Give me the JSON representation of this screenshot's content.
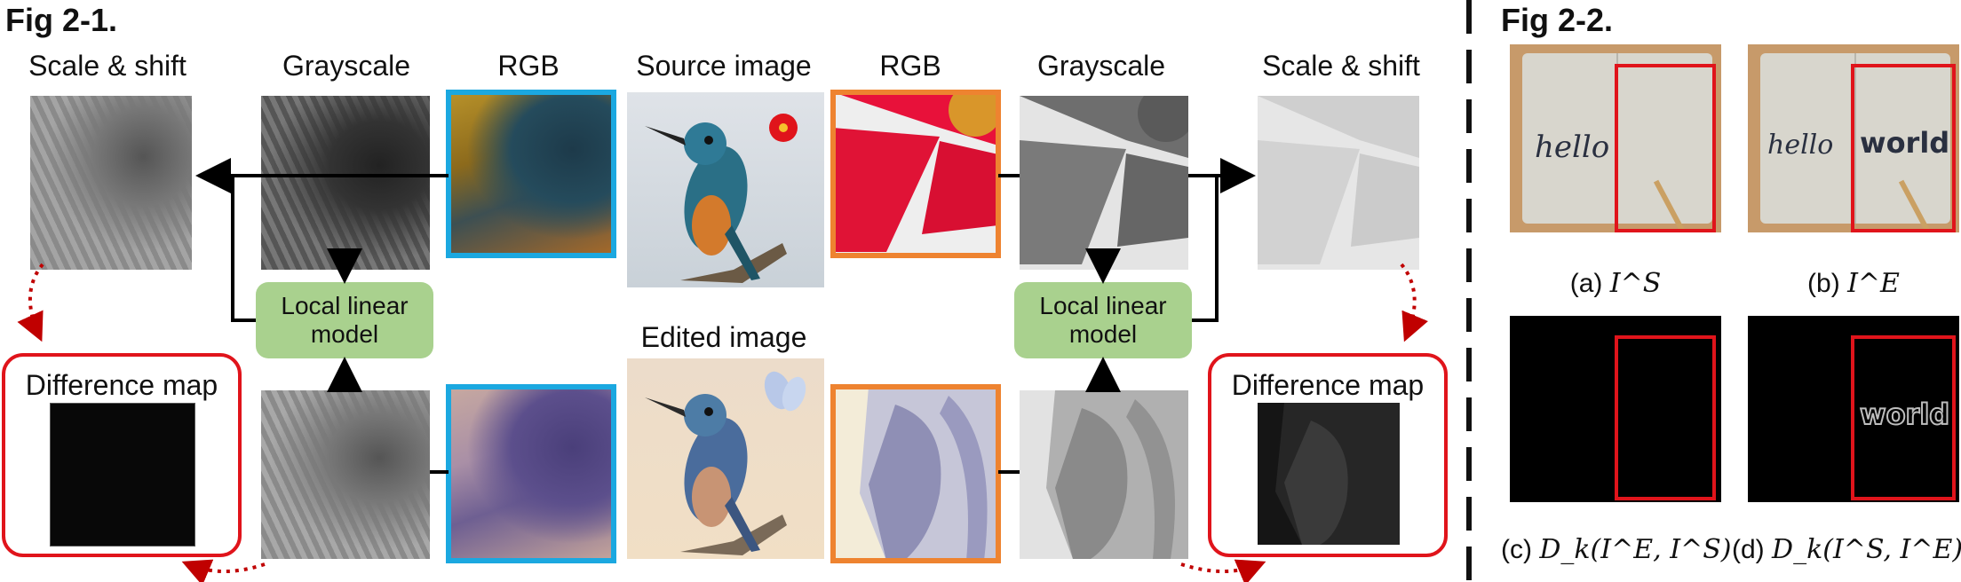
{
  "fig1": {
    "title": "Fig 2-1.",
    "top_labels": [
      "Scale & shift",
      "Grayscale",
      "RGB",
      "Source image",
      "RGB",
      "Grayscale",
      "Scale & shift"
    ],
    "edited_label": "Edited image",
    "model_left": "Local linear model",
    "model_right": "Local linear model",
    "diff_left": "Difference map",
    "diff_right": "Difference map"
  },
  "fig2": {
    "title": "Fig 2-2.",
    "notebook_text_a": "hello",
    "notebook_text_b1": "hello",
    "notebook_text_b2": "world",
    "diff_text_d": "world",
    "captions": {
      "a_prefix": "(a)",
      "a_math": "I^S",
      "b_prefix": "(b)",
      "b_math": "I^E",
      "c_prefix": "(c)",
      "c_math": "D_k(I^E, I^S)",
      "d_prefix": "(d)",
      "d_math": "D_k(I^S, I^E)"
    }
  },
  "colors": {
    "blue_box": "#1ba8e0",
    "orange_box": "#ee8330",
    "model_fill": "#a9d18e",
    "diff_border": "#e0141b",
    "arrow": "#000000",
    "dotted_arrow": "#c00000"
  }
}
